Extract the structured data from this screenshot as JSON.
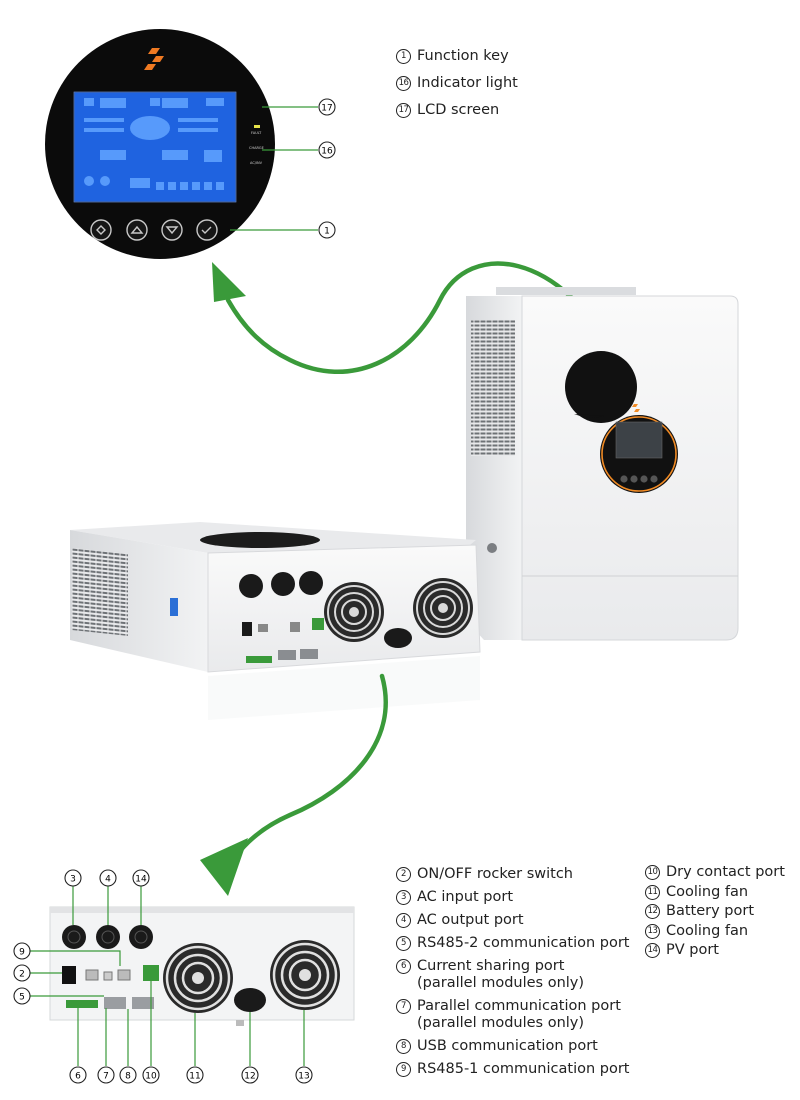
{
  "top_legend": [
    {
      "num": "1",
      "text": "Function key"
    },
    {
      "num": "16",
      "text": "Indicator light"
    },
    {
      "num": "17",
      "text": "LCD screen"
    }
  ],
  "bottom_legend_left": [
    {
      "num": "2",
      "text": "ON/OFF rocker switch"
    },
    {
      "num": "3",
      "text": "AC input port"
    },
    {
      "num": "4",
      "text": "AC output port"
    },
    {
      "num": "5",
      "text": "RS485-2 communication port"
    },
    {
      "num": "6",
      "text": "Current sharing port\n(parallel modules only)"
    },
    {
      "num": "7",
      "text": "Parallel communication port\n(parallel modules only)"
    },
    {
      "num": "8",
      "text": "USB communication port"
    },
    {
      "num": "9",
      "text": "RS485-1 communication port"
    }
  ],
  "bottom_legend_right": [
    {
      "num": "10",
      "text": "Dry contact port"
    },
    {
      "num": "11",
      "text": "Cooling fan"
    },
    {
      "num": "12",
      "text": "Battery port"
    },
    {
      "num": "13",
      "text": "Cooling fan"
    },
    {
      "num": "14",
      "text": "PV port"
    }
  ],
  "callouts_top": {
    "c17": "17",
    "c16": "16",
    "c1": "1"
  },
  "callouts_bottom": {
    "c3": "3",
    "c4": "4",
    "c14": "14",
    "c9": "9",
    "c2": "2",
    "c5": "5",
    "c6": "6",
    "c7": "7",
    "c8": "8",
    "c10": "10",
    "c11": "11",
    "c12": "12",
    "c13": "13"
  },
  "indicators": {
    "fault": "FAULT",
    "charge": "CHARGE",
    "acinv": "AC/INV"
  },
  "colors": {
    "arrow": "#3a9a3a",
    "lcd": "#1f63e0",
    "orange": "#f08a24"
  }
}
